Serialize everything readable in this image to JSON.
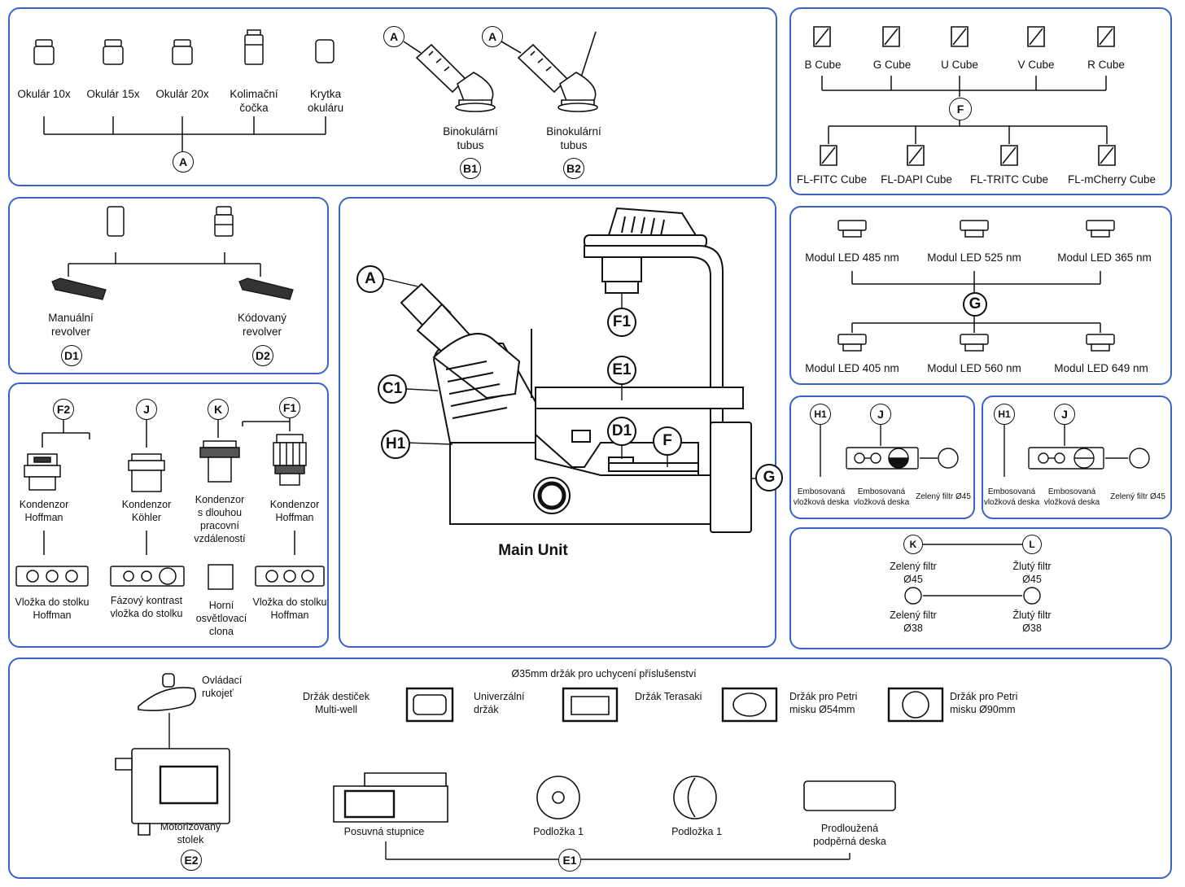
{
  "colors": {
    "panel_border": "#3a63c9",
    "line": "#111111"
  },
  "panel_eyepieces": {
    "items": [
      "Okulár 10x",
      "Okulár 15x",
      "Okulár 20x",
      "Kolimační\nčočka",
      "Krytka\nokuláru"
    ],
    "bus": "A",
    "tube1_tag": "A",
    "tube1_label": "Binokulární\ntubus",
    "tube1_id": "B1",
    "tube2_tag": "A",
    "tube2_label": "Binokulární\ntubus",
    "tube2_id": "B2"
  },
  "panel_cubes": {
    "top": [
      "B Cube",
      "G Cube",
      "U Cube",
      "V Cube",
      "R Cube"
    ],
    "bus": "F",
    "bottom": [
      "FL-FITC Cube",
      "FL-DAPI Cube",
      "FL-TRITC Cube",
      "FL-mCherry Cube"
    ]
  },
  "panel_revolvers": {
    "left_label": "Manuální\nrevolver",
    "left_id": "D1",
    "right_label": "Kódovaný\nrevolver",
    "right_id": "D2"
  },
  "panel_main": {
    "title": "Main Unit",
    "callouts": {
      "A": "A",
      "C1": "C1",
      "H1": "H1",
      "F1": "F1",
      "E1": "E1",
      "D1": "D1",
      "F": "F",
      "G": "G"
    }
  },
  "panel_led": {
    "top": [
      "Modul LED 485 nm",
      "Modul LED 525 nm",
      "Modul LED 365 nm"
    ],
    "bus": "G",
    "bottom": [
      "Modul LED 405 nm",
      "Modul LED 560 nm",
      "Modul LED 649 nm"
    ]
  },
  "panel_condensers": {
    "c1_tag": "F2",
    "c1_label": "Kondenzor\nHoffman",
    "c1_insert": "Vložka do stolku\nHoffman",
    "c2_tag": "J",
    "c2_label": "Kondenzor\nKöhler",
    "c2_insert": "Fázový kontrast\nvložka do stolku",
    "c3_tag": "K",
    "c3_label": "Kondenzor\ns dlouhou\npracovní\nvzdáleností",
    "c3_insert": "Horní\nosvětlovací\nclona",
    "c4_tag": "F1",
    "c4_label": "Kondenzor\nHoffman",
    "c4_insert": "Vložka do stolku\nHoffman"
  },
  "panel_emboss1": {
    "tag1": "H1",
    "tag2": "J",
    "label1": "Embosovaná\nvložková deska",
    "label2": "Embosovaná\nvložková deska",
    "label3": "Zelený filtr Ø45"
  },
  "panel_emboss2": {
    "tag1": "H1",
    "tag2": "J",
    "label1": "Embosovaná\nvložková deska",
    "label2": "Embosovaná\nvložková deska",
    "label3": "Zelený filtr Ø45"
  },
  "panel_filters": {
    "tag_k": "K",
    "tag_l": "L",
    "f1": "Zelený filtr\nØ45",
    "f2": "Žlutý filtr\nØ45",
    "f3": "Zelený filtr\nØ38",
    "f4": "Žlutý filtr\nØ38"
  },
  "panel_stage": {
    "handle_label": "Ovládací\nrukojeť",
    "stage_label": "Motorizovaný\nstolek",
    "stage_id": "E2",
    "holder_title": "Ø35mm držák pro uchycení příslušenství",
    "holders": [
      "Držák destiček\nMulti-well",
      "Univerzální\ndržák",
      "Držák Terasaki",
      "Držák pro Petri\nmisku Ø54mm",
      "Držák pro Petri\nmisku Ø90mm"
    ],
    "bottom": [
      "Posuvná stupnice",
      "Podložka 1",
      "Podložka 1",
      "Prodloužená\npodpěrná deska"
    ],
    "bus": "E1"
  }
}
